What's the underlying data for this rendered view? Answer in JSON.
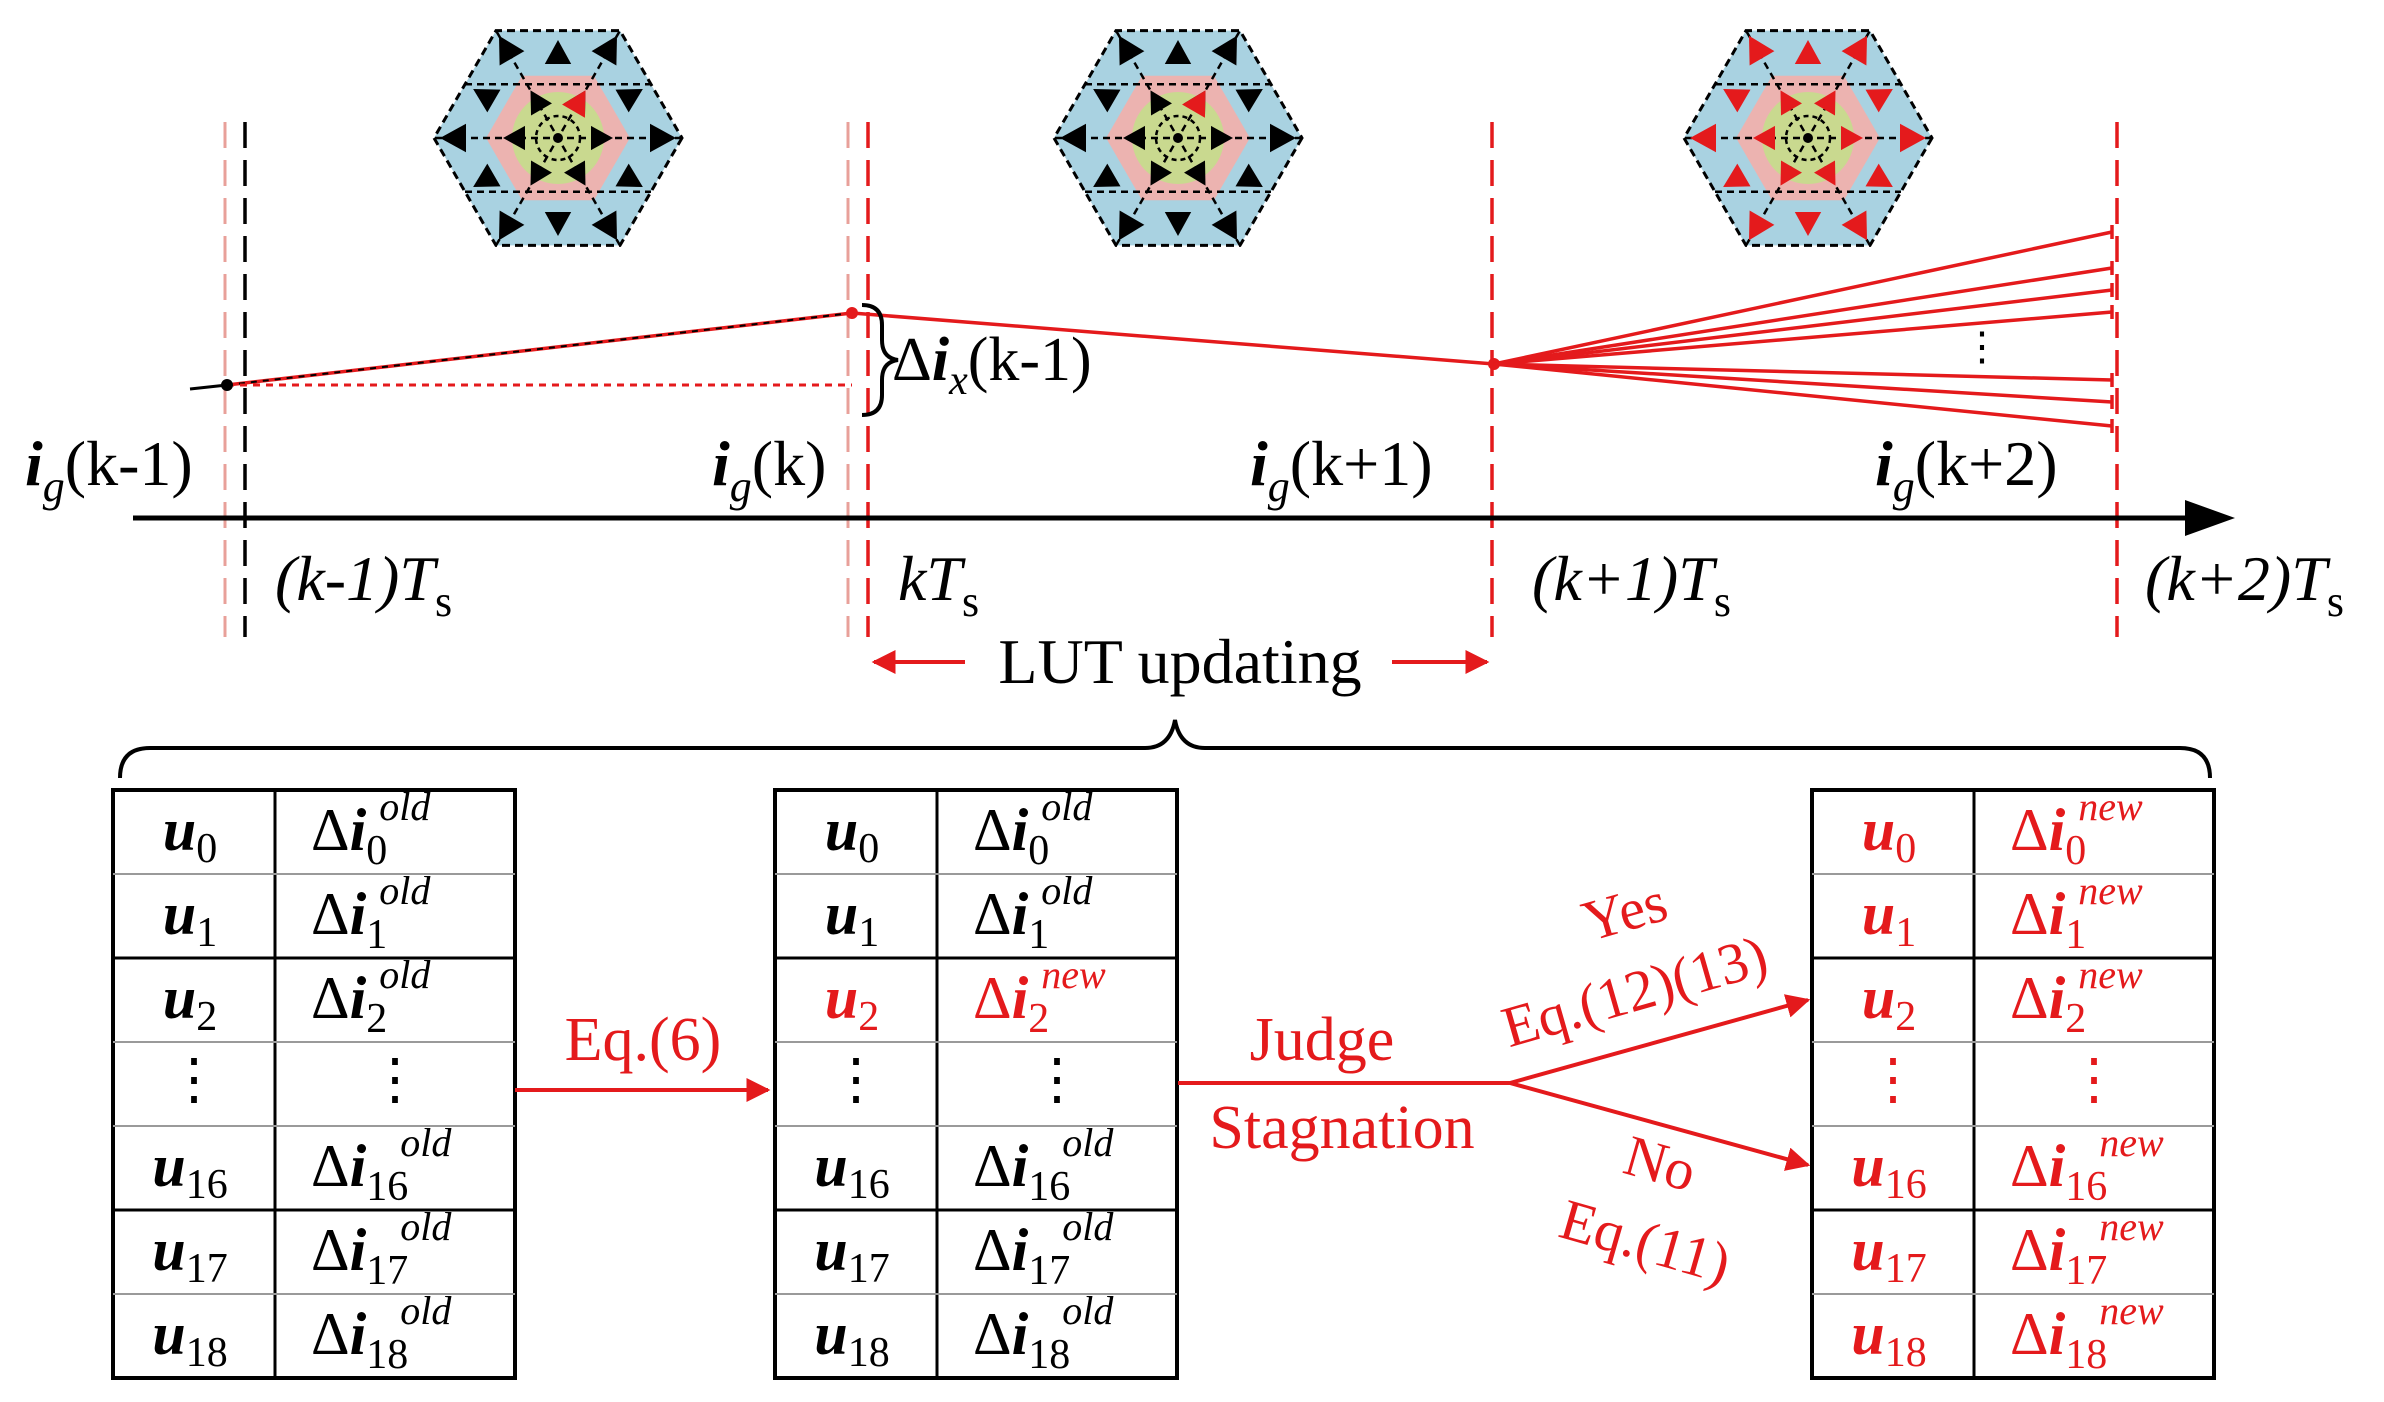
{
  "colors": {
    "accent_red": "#e41a1c",
    "ink": "#000000",
    "hex_blue": "#a9d2e1",
    "hex_pink": "#ecb3b0",
    "hex_green": "#c9d98f",
    "grid_gray": "#9a9a9a"
  },
  "timeline": {
    "current_labels": [
      {
        "sym": "i",
        "sub": "g",
        "arg": "(k-1)"
      },
      {
        "sym": "i",
        "sub": "g",
        "arg": "(k)"
      },
      {
        "sym": "i",
        "sub": "g",
        "arg": "(k+1)"
      },
      {
        "sym": "i",
        "sub": "g",
        "arg": "(k+2)"
      }
    ],
    "time_labels": [
      {
        "pre": "(k-1)",
        "T": "T",
        "sub": "s"
      },
      {
        "pre": "k",
        "T": "T",
        "sub": "s"
      },
      {
        "pre": "(k+1)",
        "T": "T",
        "sub": "s"
      },
      {
        "pre": "(k+2)",
        "T": "T",
        "sub": "s"
      }
    ],
    "delta": {
      "pre": "Δ",
      "sym": "i",
      "sub": "x",
      "arg": "(k-1)"
    },
    "ellipsis": "⋮",
    "lut_updating": "LUT updating"
  },
  "hexagons": {
    "icons": [
      "voltage-vector-hexagon-icon",
      "voltage-vector-hexagon-icon",
      "voltage-vector-hexagon-icon"
    ],
    "highlight": [
      "single-vector",
      "single-vector",
      "all-vectors"
    ]
  },
  "tables": [
    {
      "rows": [
        {
          "u": "u",
          "un": "0",
          "d": "Δ",
          "di": "i",
          "dn": "0",
          "sup": "old",
          "red": false
        },
        {
          "u": "u",
          "un": "1",
          "d": "Δ",
          "di": "i",
          "dn": "1",
          "sup": "old",
          "red": false
        },
        {
          "u": "u",
          "un": "2",
          "d": "Δ",
          "di": "i",
          "dn": "2",
          "sup": "old",
          "red": false
        },
        {
          "u": "⋮",
          "un": "",
          "d": "⋮",
          "di": "",
          "dn": "",
          "sup": "",
          "red": false
        },
        {
          "u": "u",
          "un": "16",
          "d": "Δ",
          "di": "i",
          "dn": "16",
          "sup": "old",
          "red": false
        },
        {
          "u": "u",
          "un": "17",
          "d": "Δ",
          "di": "i",
          "dn": "17",
          "sup": "old",
          "red": false
        },
        {
          "u": "u",
          "un": "18",
          "d": "Δ",
          "di": "i",
          "dn": "18",
          "sup": "old",
          "red": false
        }
      ]
    },
    {
      "rows": [
        {
          "u": "u",
          "un": "0",
          "d": "Δ",
          "di": "i",
          "dn": "0",
          "sup": "old",
          "red": false
        },
        {
          "u": "u",
          "un": "1",
          "d": "Δ",
          "di": "i",
          "dn": "1",
          "sup": "old",
          "red": false
        },
        {
          "u": "u",
          "un": "2",
          "d": "Δ",
          "di": "i",
          "dn": "2",
          "sup": "new",
          "red": true
        },
        {
          "u": "⋮",
          "un": "",
          "d": "⋮",
          "di": "",
          "dn": "",
          "sup": "",
          "red": false
        },
        {
          "u": "u",
          "un": "16",
          "d": "Δ",
          "di": "i",
          "dn": "16",
          "sup": "old",
          "red": false
        },
        {
          "u": "u",
          "un": "17",
          "d": "Δ",
          "di": "i",
          "dn": "17",
          "sup": "old",
          "red": false
        },
        {
          "u": "u",
          "un": "18",
          "d": "Δ",
          "di": "i",
          "dn": "18",
          "sup": "old",
          "red": false
        }
      ]
    },
    {
      "rows": [
        {
          "u": "u",
          "un": "0",
          "d": "Δ",
          "di": "i",
          "dn": "0",
          "sup": "new",
          "red": true
        },
        {
          "u": "u",
          "un": "1",
          "d": "Δ",
          "di": "i",
          "dn": "1",
          "sup": "new",
          "red": true
        },
        {
          "u": "u",
          "un": "2",
          "d": "Δ",
          "di": "i",
          "dn": "2",
          "sup": "new",
          "red": true
        },
        {
          "u": "⋮",
          "un": "",
          "d": "⋮",
          "di": "",
          "dn": "",
          "sup": "",
          "red": true
        },
        {
          "u": "u",
          "un": "16",
          "d": "Δ",
          "di": "i",
          "dn": "16",
          "sup": "new",
          "red": true
        },
        {
          "u": "u",
          "un": "17",
          "d": "Δ",
          "di": "i",
          "dn": "17",
          "sup": "new",
          "red": true
        },
        {
          "u": "u",
          "un": "18",
          "d": "Δ",
          "di": "i",
          "dn": "18",
          "sup": "new",
          "red": true
        }
      ]
    }
  ],
  "flow": {
    "eq6": "Eq.(6)",
    "judge": "Judge",
    "stagnation": "Stagnation",
    "yes": "Yes",
    "yes_eq": "Eq.(12)(13)",
    "no": "No",
    "no_eq": "Eq.(11)"
  }
}
